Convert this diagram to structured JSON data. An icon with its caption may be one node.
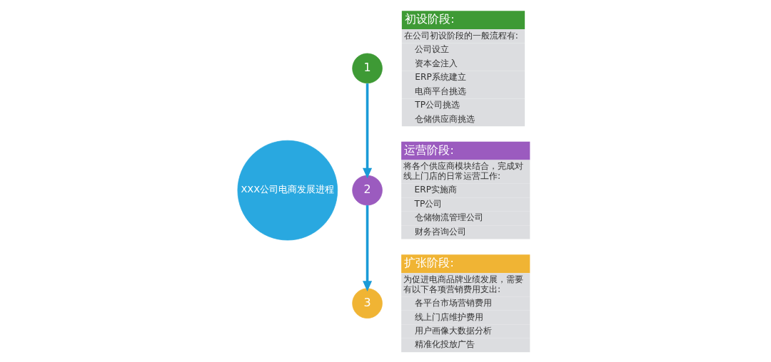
{
  "diagram": {
    "nodes": [
      {
        "text": [
          "XXX公司电商发展进程"
        ]
      },
      {
        "text": [
          "1"
        ]
      },
      {
        "text": [
          "2"
        ]
      },
      {
        "text": [
          "3"
        ]
      },
      {
        "text": [
          "初设阶段:",
          "在公司初设阶段的一般流程有:",
          "公司设立",
          "资本金注入",
          "ERP系统建立",
          "电商平台挑选",
          "TP公司挑选",
          "仓储供应商挑选"
        ]
      },
      {
        "text": [
          "运营阶段:",
          "将各个供应商模块结合，完成对线上门店的日常运营工作:",
          "ERP实施商",
          "TP公司",
          "仓储物流管理公司",
          "财务咨询公司"
        ]
      },
      {
        "text": [
          "扩张阶段:",
          "为促进电商品牌业绩发展，需要有以下各项营销费用支出:",
          "各平台市场营销费用",
          "线上门店维护费用",
          "用户画像大数据分析",
          "精准化投放广告"
        ]
      }
    ],
    "edges": [
      {
        "from": 1,
        "to": 2,
        "arrow": "to"
      },
      {
        "from": 2,
        "to": 3,
        "arrow": "to"
      }
    ]
  }
}
